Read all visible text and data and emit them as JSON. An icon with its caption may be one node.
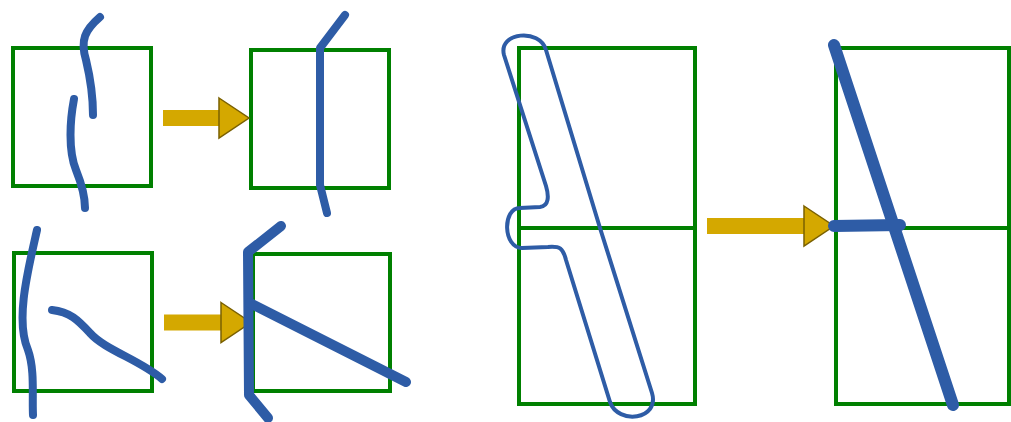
{
  "diagram": {
    "nodes": [
      {
        "text": [],
        "shape": "box"
      },
      {
        "text": [],
        "shape": "box"
      },
      {
        "text": [],
        "shape": "box"
      },
      {
        "text": [],
        "shape": "box"
      },
      {
        "text": [],
        "shape": "box"
      },
      {
        "text": [],
        "shape": "box"
      }
    ],
    "edges": [
      {
        "from": 0,
        "to": 1,
        "arrow": "to"
      },
      {
        "from": 2,
        "to": 3,
        "arrow": "to"
      },
      {
        "from": 4,
        "to": 5,
        "arrow": "to"
      }
    ]
  }
}
